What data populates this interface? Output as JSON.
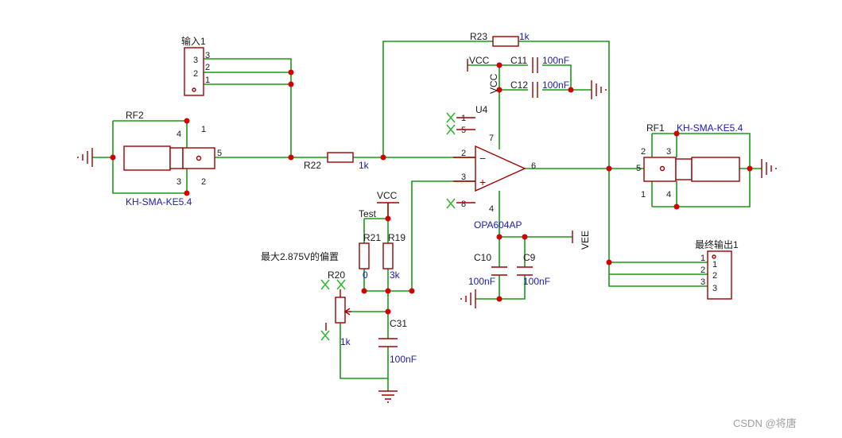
{
  "watermark": "CSDN @将唐",
  "connectors": {
    "input": {
      "ref": "输入1",
      "pins": [
        "3",
        "2",
        "1"
      ]
    },
    "output": {
      "ref": "最终输出1",
      "pins": [
        "1",
        "2",
        "3"
      ]
    }
  },
  "sma": {
    "rf2": {
      "ref": "RF2",
      "value": "KH-SMA-KE5.4",
      "pins": [
        "4",
        "1",
        "3",
        "2",
        "5"
      ]
    },
    "rf1": {
      "ref": "RF1",
      "value": "KH-SMA-KE5.4",
      "pins": [
        "2",
        "3",
        "1",
        "4",
        "5"
      ]
    }
  },
  "resistors": {
    "r22": {
      "ref": "R22",
      "value": "1k"
    },
    "r23": {
      "ref": "R23",
      "value": "1k"
    },
    "r21": {
      "ref": "R21",
      "value": "0"
    },
    "r19": {
      "ref": "R19",
      "value": "3k"
    },
    "r20": {
      "ref": "R20",
      "value": "1k"
    }
  },
  "capacitors": {
    "c11": {
      "ref": "C11",
      "value": "100nF"
    },
    "c12": {
      "ref": "C12",
      "value": "100nF"
    },
    "c10": {
      "ref": "C10",
      "value": "100nF"
    },
    "c9": {
      "ref": "C9",
      "value": "100nF"
    },
    "c31": {
      "ref": "C31",
      "value": "100nF"
    }
  },
  "opamp": {
    "ref": "U4",
    "value": "OPA604AP",
    "pins": {
      "p1": "1",
      "p5": "5",
      "p2": "2",
      "p3": "3",
      "p8": "8",
      "p7": "7",
      "p4": "4",
      "p6": "6"
    }
  },
  "nets": {
    "vcc_top": "VCC",
    "vcc_vertical": "VCC",
    "vcc_bias": "VCC",
    "vee": "VEE",
    "test": "Test"
  },
  "annotation": "最大2.875V的偏置"
}
